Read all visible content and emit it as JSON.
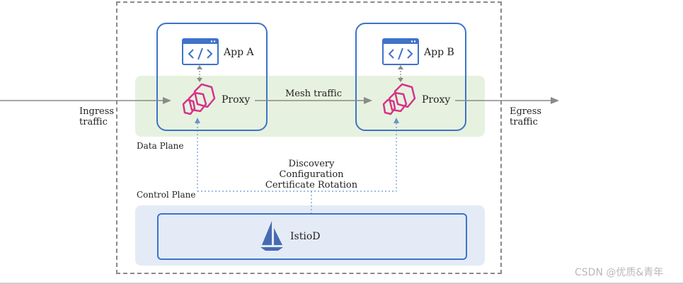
{
  "diagram": {
    "ingress": {
      "line1": "Ingress",
      "line2": "traffic"
    },
    "egress": {
      "line1": "Egress",
      "line2": "traffic"
    },
    "app_a": {
      "label": "App A",
      "icon": "code-window-icon"
    },
    "app_b": {
      "label": "App B",
      "icon": "code-window-icon"
    },
    "proxy_a": {
      "label": "Proxy",
      "icon": "envoy-proxy-icon"
    },
    "proxy_b": {
      "label": "Proxy",
      "icon": "envoy-proxy-icon"
    },
    "mesh_traffic": "Mesh traffic",
    "data_plane": "Data Plane",
    "control_plane": "Control Plane",
    "control_functions": [
      "Discovery",
      "Configuration",
      "Certificate Rotation"
    ],
    "istiod": {
      "label": "IstioD",
      "icon": "istio-sail-icon"
    }
  },
  "watermark": "CSDN @优质&青年",
  "colors": {
    "data_plane_band": "#e6f2df",
    "control_plane_band": "#e4ebf6",
    "box_border": "#3e73c9",
    "proxy_icon": "#d6338a",
    "istio_icon": "#466bb0",
    "arrow": "#8a8a8a"
  }
}
